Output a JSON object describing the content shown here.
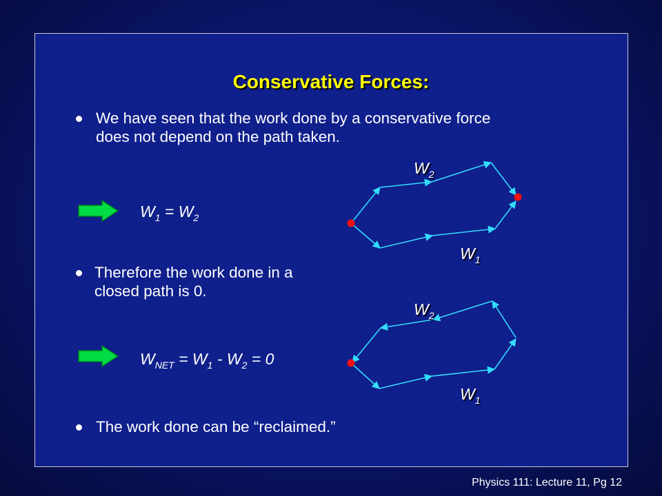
{
  "title": "Conservative Forces:",
  "bullets": [
    {
      "line1": "We have seen that the work done by a conservative force",
      "line2": "does not depend on the path taken."
    },
    {
      "line1": "Therefore the work done in a",
      "line2": "closed path is 0."
    },
    {
      "line1": "The work done can be “reclaimed.”"
    }
  ],
  "equations": {
    "eq1": {
      "lhs": "W",
      "lhs_sub": "1",
      "mid": " = W",
      "rhs_sub": "2"
    },
    "eq2": {
      "a": "W",
      "a_sub": "NET",
      "b": " = W",
      "b_sub": "1",
      "c": " - W",
      "c_sub": "2",
      "d": " = 0"
    }
  },
  "diagram_labels": {
    "top_w2": {
      "letter": "W",
      "sub": "2"
    },
    "top_w1": {
      "letter": "W",
      "sub": "1"
    },
    "bottom_w2": {
      "letter": "W",
      "sub": "2"
    },
    "bottom_w1": {
      "letter": "W",
      "sub": "1"
    }
  },
  "footer": "Physics 111: Lecture 11, Pg 12",
  "colors": {
    "title": "#ffff00",
    "arrow_green": "#00dd44",
    "path_cyan": "#33ddff",
    "point_red": "#ee1111"
  },
  "icons": [
    "right-arrow-icon",
    "bullet-dot-icon"
  ]
}
